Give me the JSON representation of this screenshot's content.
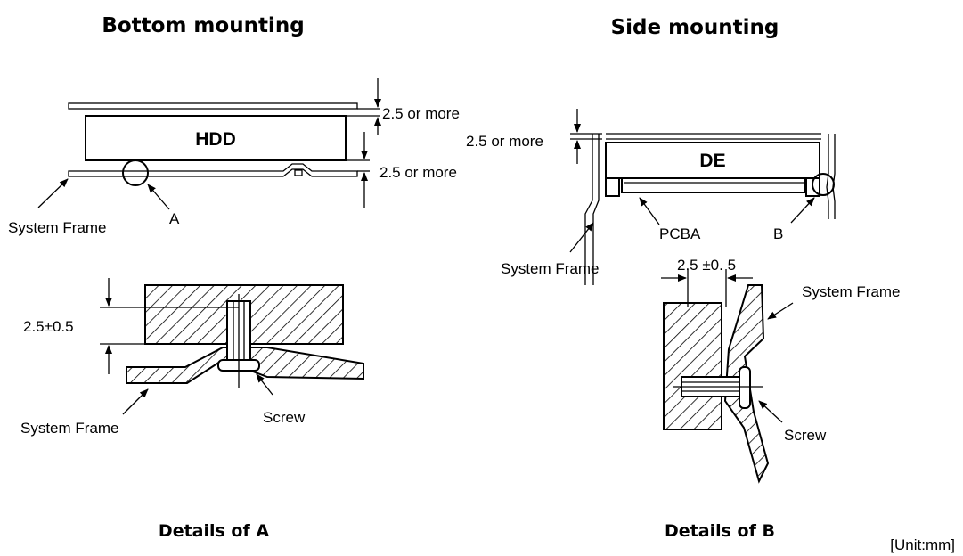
{
  "titles": {
    "bottom": "Bottom mounting",
    "side": "Side mounting"
  },
  "captions": {
    "detail_a": "Details of A",
    "detail_b": "Details of B",
    "unit": "[Unit:mm]"
  },
  "bottom_view": {
    "hdd_label": "HDD",
    "clearance_top": "2.5 or more",
    "clearance_bottom": "2.5 or more",
    "frame_label": "System Frame",
    "marker": "A"
  },
  "side_view": {
    "de_label": "DE",
    "clearance_top": "2.5 or more",
    "pcba_label": "PCBA",
    "frame_label": "System Frame",
    "marker": "B"
  },
  "detail_a": {
    "dimension": "2.5±0.5",
    "frame_label": "System Frame",
    "screw_label": "Screw"
  },
  "detail_b": {
    "dimension": "2.5 ±0. 5",
    "frame_label": "System Frame",
    "screw_label": "Screw"
  }
}
